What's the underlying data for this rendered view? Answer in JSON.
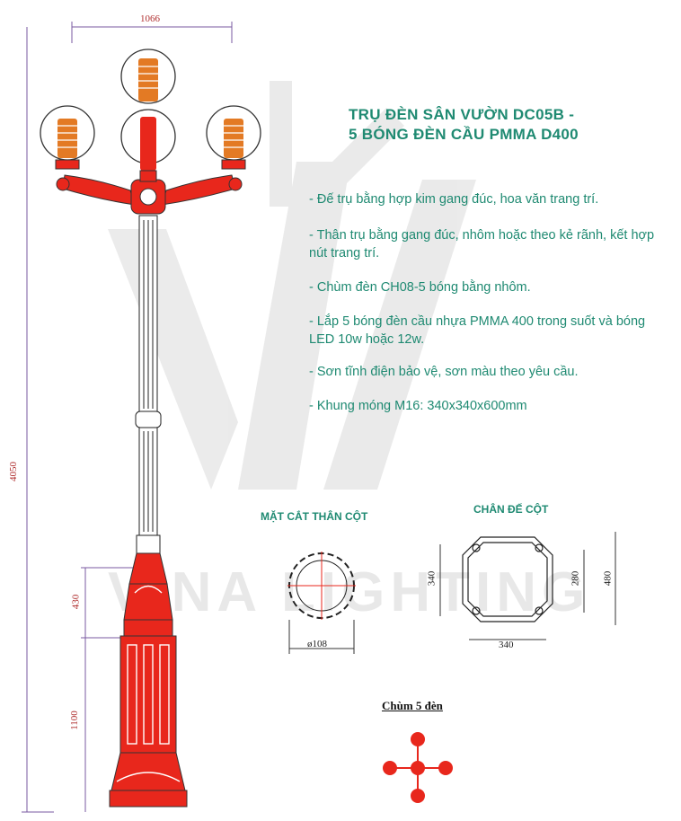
{
  "title": {
    "line1": "TRỤ ĐÈN SÂN VƯỜN DC05B -",
    "line2": "5 BÓNG ĐÈN CẦU PMMA D400"
  },
  "specs": [
    "- Đế trụ bằng hợp kim gang đúc, hoa văn trang trí.",
    "- Thân trụ bằng gang đúc, nhôm hoặc theo kẻ rãnh, kết hợp nút trang trí.",
    "- Chùm đèn CH08-5 bóng bằng nhôm.",
    "- Lắp 5 bóng đèn cầu nhựa PMMA 400 trong suốt và bóng LED 10w hoặc 12w.",
    "- Sơn tĩnh điện bảo vệ, sơn màu theo yêu cầu.",
    "- Khung móng M16: 340x340x600mm"
  ],
  "captions": {
    "section": "MẶT CẮT THÂN CỘT",
    "base": "CHÂN ĐẾ CỘT",
    "cluster": "Chùm 5 đèn"
  },
  "dimensions": {
    "width_top": "1066",
    "total_height": "4050",
    "base_upper": "430",
    "base_lower": "1100",
    "section_dia": "ø108",
    "base_340_left": "340",
    "base_280": "280",
    "base_480": "480",
    "base_340_bottom": "340"
  },
  "watermark": "VINA LIGHTING",
  "colors": {
    "title": "#1f8a72",
    "lamp_red": "#e8271c",
    "orange": "#e37a24",
    "dim": "#b03030",
    "pole": "#222222"
  }
}
